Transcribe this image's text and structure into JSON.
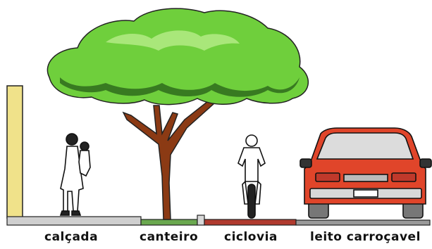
{
  "diagram": {
    "labels": {
      "calcada": "calçada",
      "canteiro": "canteiro",
      "ciclovia": "ciclovia",
      "leito": "leito carroçavel"
    },
    "colors": {
      "wall": "#f0e28a",
      "tree_foliage": "#6fcf3c",
      "tree_trunk": "#8b3a14",
      "calcada_strip": "#c8c8c8",
      "canteiro_strip": "#6aa84f",
      "ciclovia_strip": "#b03a2e",
      "leito_strip": "#9a9a9a",
      "car_body": "#e0452a"
    }
  }
}
